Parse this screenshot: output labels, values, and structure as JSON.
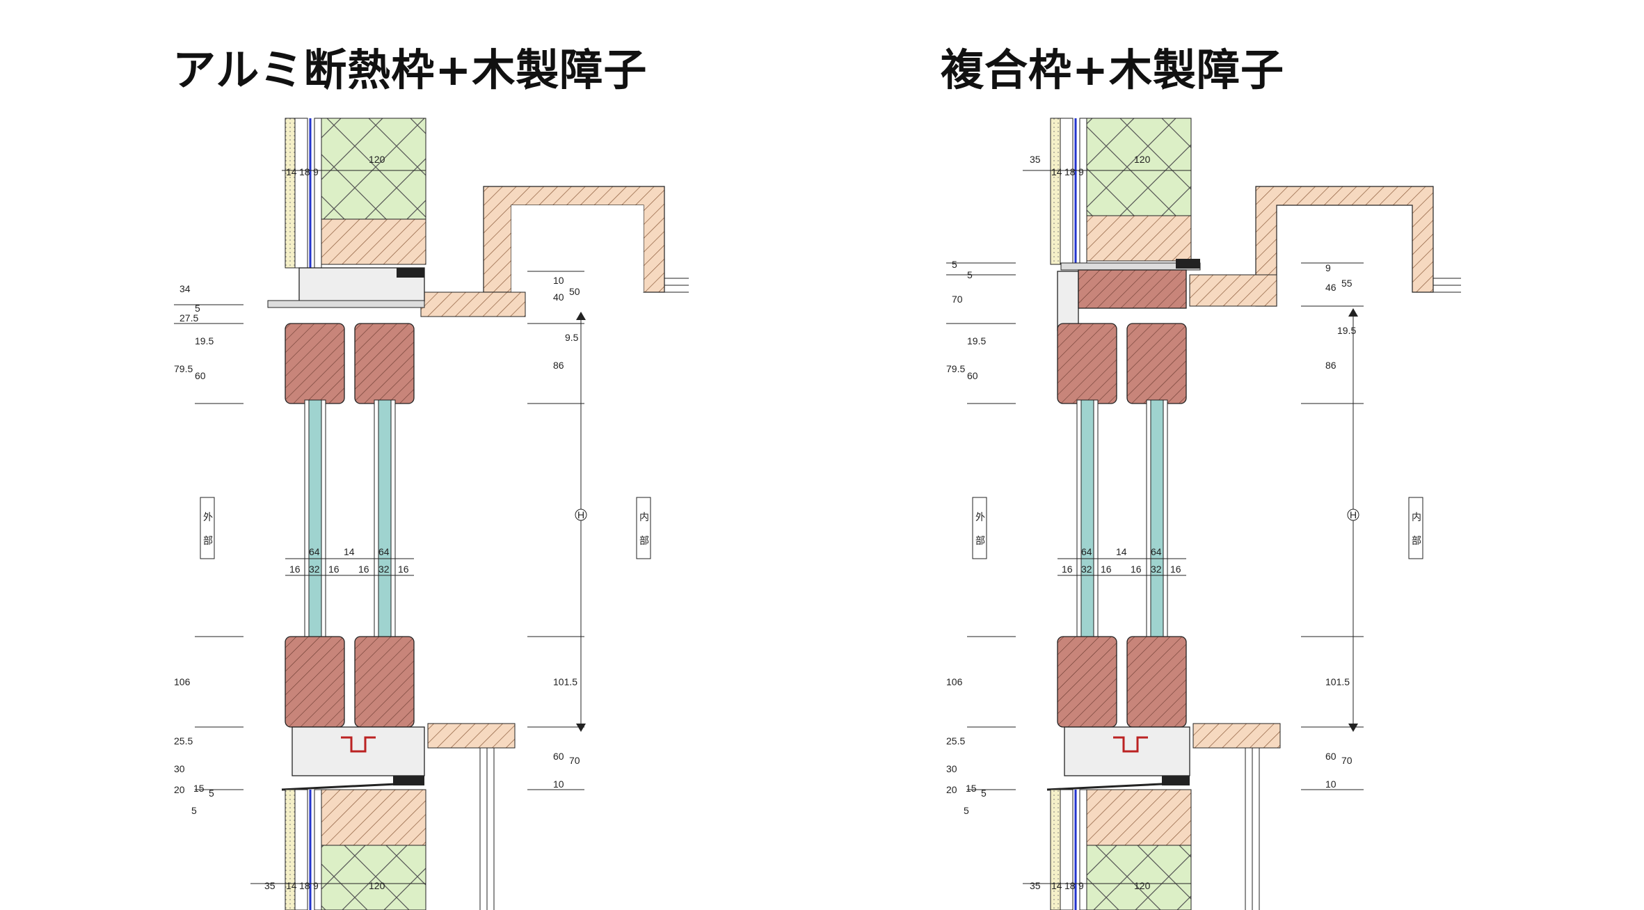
{
  "titles": {
    "left": "アルミ断熱枠+木製障子",
    "right": "複合枠+木製障子"
  },
  "labels": {
    "exterior_1": "外",
    "exterior_2": "部",
    "interior_1": "内",
    "interior_2": "部",
    "height_mark": "H"
  },
  "left_dims": {
    "top": [
      "14",
      "18",
      "9",
      "120"
    ],
    "bottom": [
      "35",
      "14",
      "18",
      "9",
      "120"
    ],
    "left_side": [
      "34",
      "27.5",
      "5",
      "19.5",
      "79.5",
      "60",
      "106",
      "25.5",
      "30",
      "20",
      "15",
      "5",
      "5"
    ],
    "right_side": [
      "10",
      "40",
      "50",
      "9.5",
      "86",
      "101.5",
      "60",
      "70",
      "10"
    ],
    "glass": [
      "64",
      "14",
      "64",
      "16",
      "32",
      "16",
      "16",
      "32",
      "16"
    ]
  },
  "right_dims": {
    "top": [
      "35",
      "14",
      "18",
      "9",
      "120"
    ],
    "bottom": [
      "35",
      "14",
      "18",
      "9",
      "120"
    ],
    "left_side": [
      "5",
      "5",
      "70",
      "19.5",
      "79.5",
      "60",
      "106",
      "25.5",
      "30",
      "20",
      "15",
      "5",
      "5"
    ],
    "right_side": [
      "9",
      "46",
      "55",
      "19.5",
      "86",
      "101.5",
      "60",
      "70",
      "10"
    ],
    "glass": [
      "64",
      "14",
      "64",
      "16",
      "32",
      "16",
      "16",
      "32",
      "16"
    ]
  },
  "colors": {
    "insulation": "#dcefc6",
    "wood_light": "#f6d9c0",
    "wood_sash": "#c8857a",
    "plaster": "#f5f0c8",
    "membrane": "#2233cc",
    "glass": "#9fd3cf",
    "line": "#222222"
  }
}
